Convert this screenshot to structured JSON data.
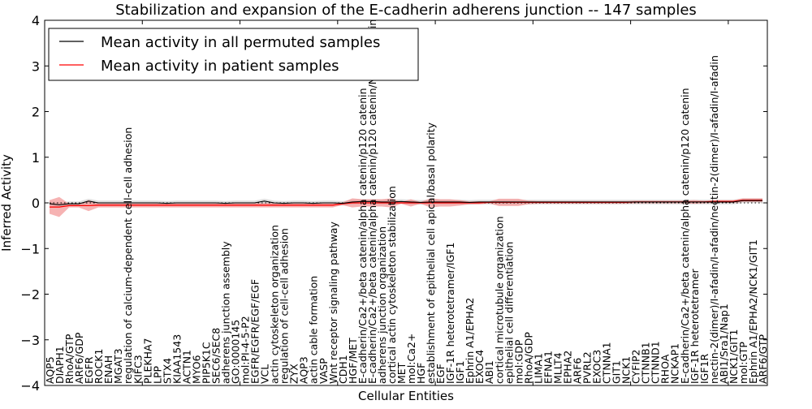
{
  "chart_data": {
    "type": "line",
    "title": "Stabilization and expansion of the E-cadherin adherens junction -- 147 samples",
    "xlabel": "Cellular Entities",
    "ylabel": "Inferred Activity",
    "ylim": [
      -4,
      4
    ],
    "yticks": [
      "-4",
      "-3",
      "-2",
      "-1",
      "0",
      "1",
      "2",
      "3",
      "4"
    ],
    "legend_position": "top-left",
    "colors": {
      "permuted": "#000000",
      "patient": "#ff0000",
      "patient_band": "#f08080",
      "permuted_band": "#c8c8c8"
    },
    "categories": [
      "AQP5",
      "DIAPH1",
      "RhoA/GTP",
      "ARF6/GDP",
      "EGFR",
      "ROCK1",
      "ENAH",
      "MGAT3",
      "regulation of calcium-dependent cell-cell adhesion",
      "KIFC3",
      "PLEKHA7",
      "LPP",
      "STX4",
      "KIAA1543",
      "ACTN1",
      "MYO6",
      "PIP5K1C",
      "SEC6/SEC8",
      "adherens junction assembly",
      "GO:0000145",
      "mol:PI-4-5-P2",
      "EGFR/EGFR/EGF/EGF",
      "VCL",
      "actin cytoskeleton organization",
      "regulation of cell-cell adhesion",
      "ZYX",
      "AQP3",
      "actin cable formation",
      "VASP",
      "Wnt receptor signaling pathway",
      "CDH1",
      "HGF/MET",
      "E-cadherin/Ca2+/beta catenin/alpha catenin/p120 catenin",
      "E-cadherin/Ca2+/beta catenin/alpha catenin/p120 catenin/N/E-cadherin",
      "adherens junction organization",
      "cortical actin cytoskeleton stabilization",
      "MET",
      "mol:Ca2+",
      "HGF",
      "establishment of epithelial cell apical/basal polarity",
      "EGF",
      "IGF-1R heterotetramer/IGF1",
      "IGF1",
      "Ephrin A1/EPHA2",
      "EXOC4",
      "ABI1",
      "cortical microtubule organization",
      "epithelial cell differentiation",
      "mol:GDP",
      "RhoA/GDP",
      "LIMA1",
      "EFNA1",
      "MLLT4",
      "EPHA2",
      "ARF6",
      "PVRL2",
      "EXOC3",
      "CTNNA1",
      "GIT1",
      "NCK1",
      "CYFIP2",
      "CTNNB1",
      "CTNND1",
      "RHOA",
      "NCKAP1",
      "E-cadherin/Ca2+/beta catenin/alpha catenin/p120 catenin",
      "IGF-1R heterotetramer",
      "IGF1R",
      "nectin-2(dimer)/I-afadin/I-afadin/nectin-2(dimer)/I-afadin/I-afadin",
      "ABI1/Sra1/Nap1",
      "NCK1/GIT1",
      "mol:GTP",
      "Ephrin A1/EPHA2/NCK1/GIT1",
      "ARF6/GTP"
    ],
    "series": [
      {
        "name": "Mean activity in all permuted samples",
        "values": [
          -0.02,
          -0.04,
          -0.02,
          -0.02,
          0.04,
          0.0,
          0.0,
          0.0,
          0.0,
          0.0,
          0.0,
          0.0,
          -0.01,
          0.0,
          0.0,
          0.0,
          0.0,
          0.0,
          -0.01,
          0.0,
          0.0,
          0.0,
          0.04,
          0.0,
          -0.01,
          0.0,
          0.0,
          -0.01,
          0.0,
          0.0,
          -0.01,
          0.02,
          0.03,
          0.03,
          0.02,
          0.02,
          0.03,
          0.02,
          0.01,
          0.02,
          0.02,
          0.02,
          0.02,
          0.01,
          0.02,
          0.02,
          0.02,
          0.02,
          0.02,
          0.02,
          0.02,
          0.02,
          0.02,
          0.02,
          0.02,
          0.02,
          0.02,
          0.02,
          0.02,
          0.02,
          0.02,
          0.02,
          0.02,
          0.02,
          0.02,
          0.02,
          0.02,
          0.02,
          0.02,
          0.02,
          0.02,
          0.05,
          0.05,
          0.05
        ],
        "band": 0.05
      },
      {
        "name": "Mean activity in patient samples",
        "values": [
          -0.09,
          -0.09,
          -0.06,
          -0.06,
          -0.06,
          -0.05,
          -0.05,
          -0.05,
          -0.05,
          -0.05,
          -0.05,
          -0.05,
          -0.05,
          -0.05,
          -0.05,
          -0.05,
          -0.05,
          -0.05,
          -0.05,
          -0.05,
          -0.05,
          -0.05,
          -0.05,
          -0.05,
          -0.05,
          -0.05,
          -0.05,
          -0.05,
          -0.05,
          -0.05,
          -0.02,
          0.0,
          0.0,
          0.0,
          0.0,
          0.0,
          0.0,
          0.0,
          0.0,
          0.0,
          0.0,
          0.0,
          0.0,
          0.0,
          0.0,
          0.01,
          0.01,
          0.01,
          0.01,
          0.01,
          0.01,
          0.01,
          0.01,
          0.01,
          0.01,
          0.01,
          0.01,
          0.01,
          0.01,
          0.01,
          0.02,
          0.02,
          0.02,
          0.02,
          0.02,
          0.02,
          0.02,
          0.02,
          0.03,
          0.03,
          0.03,
          0.06,
          0.06,
          0.06
        ],
        "band": [
          0.15,
          0.22,
          0.04,
          0.04,
          0.12,
          0.05,
          0.05,
          0.05,
          0.05,
          0.05,
          0.05,
          0.05,
          0.05,
          0.05,
          0.05,
          0.05,
          0.05,
          0.05,
          0.05,
          0.05,
          0.05,
          0.05,
          0.05,
          0.05,
          0.05,
          0.05,
          0.05,
          0.05,
          0.05,
          0.05,
          0.03,
          0.1,
          0.08,
          0.08,
          0.08,
          0.1,
          0.02,
          0.08,
          0.02,
          0.1,
          0.08,
          0.08,
          0.06,
          0.03,
          0.03,
          0.02,
          0.08,
          0.08,
          0.08,
          0.04,
          0.03,
          0.03,
          0.03,
          0.03,
          0.03,
          0.03,
          0.03,
          0.03,
          0.03,
          0.03,
          0.03,
          0.03,
          0.03,
          0.03,
          0.03,
          0.03,
          0.04,
          0.03,
          0.03,
          0.03,
          0.03,
          0.04,
          0.04,
          0.04
        ]
      }
    ]
  }
}
